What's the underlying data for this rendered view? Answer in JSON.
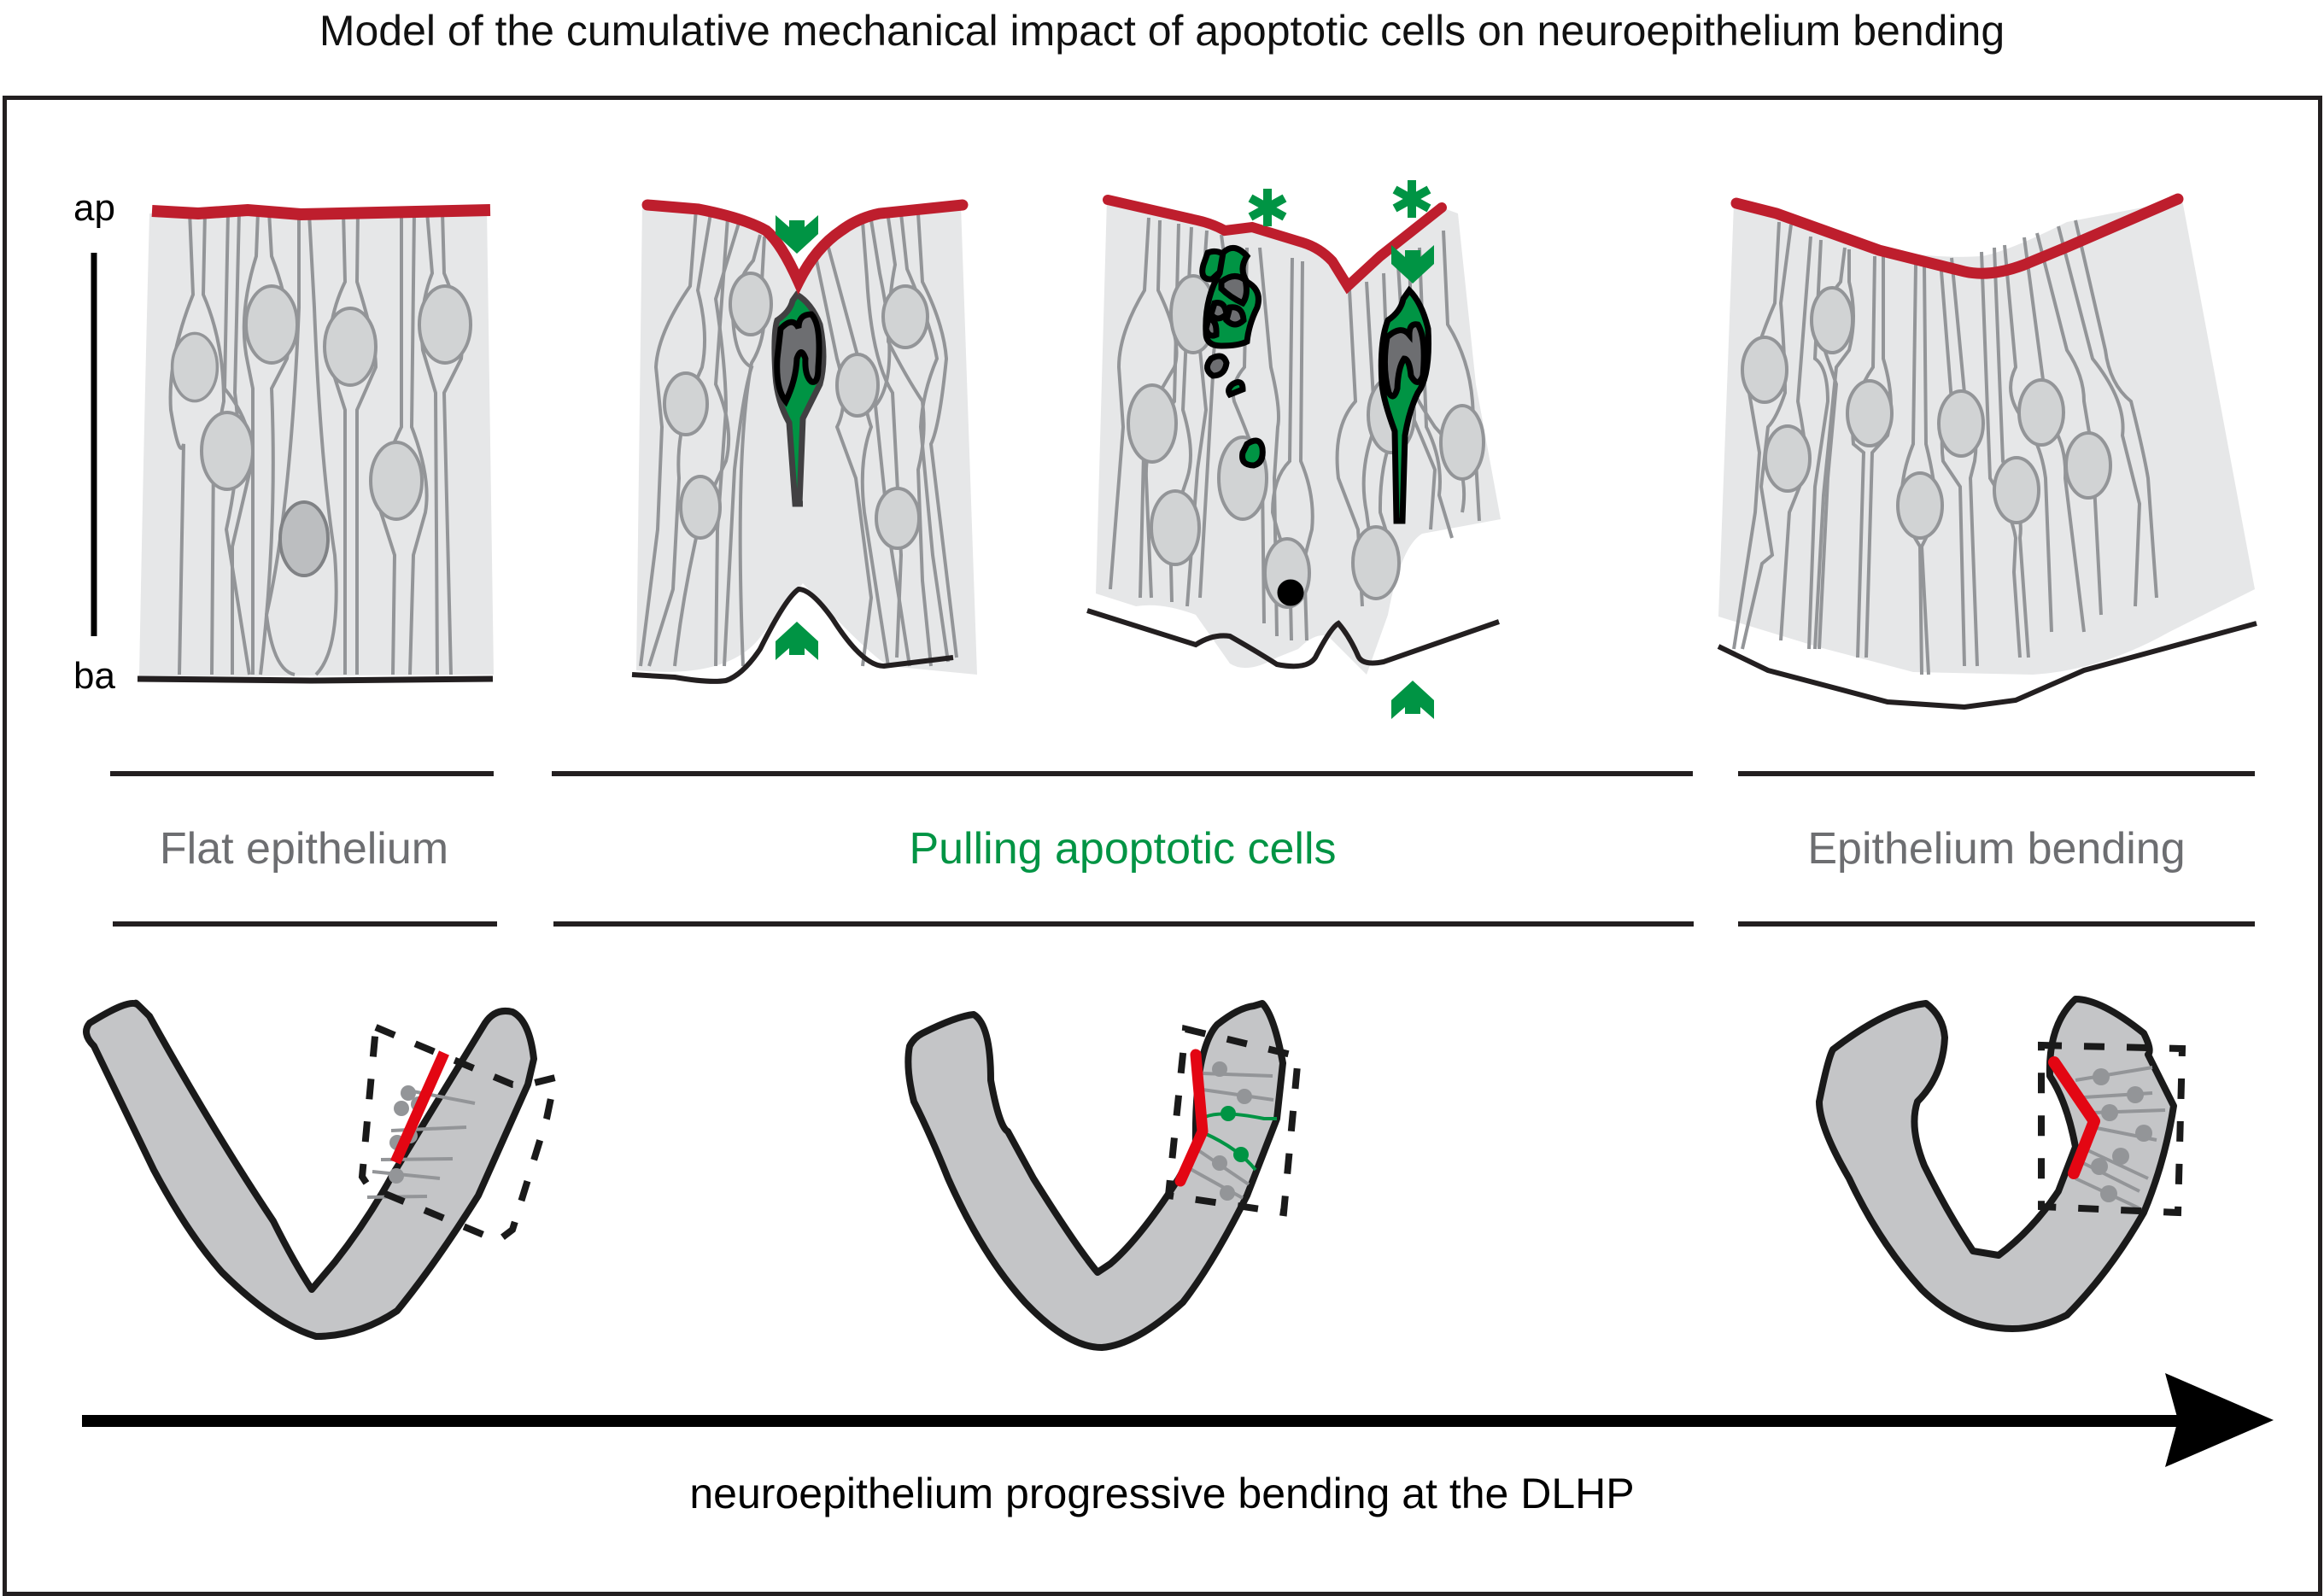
{
  "figure": {
    "title": "Model of the cumulative mechanical impact of apoptotic cells on neuroepithelium bending"
  },
  "axis": {
    "apical_label": "ap",
    "basal_label": "ba"
  },
  "stages": [
    {
      "label": "Flat epithelium",
      "color": "#6d6e71"
    },
    {
      "label": "Pulling apoptotic cells",
      "color": "#009444"
    },
    {
      "label": "Epithelium bending",
      "color": "#6d6e71"
    }
  ],
  "panels": [
    {
      "id": "flat",
      "apoptotic_cells": 0,
      "markers": []
    },
    {
      "id": "pulling-single",
      "apoptotic_cells": 1,
      "markers": [
        "force-arrow-apical",
        "force-arrow-basal"
      ]
    },
    {
      "id": "pulling-cumulative",
      "apoptotic_cells": 2,
      "markers": [
        "asterisk",
        "asterisk",
        "force-arrow-apical",
        "force-arrow-basal"
      ]
    },
    {
      "id": "bent",
      "apoptotic_cells": 0,
      "markers": []
    }
  ],
  "tubes": [
    {
      "id": "tube-flat",
      "apical_line": "straight"
    },
    {
      "id": "tube-pulling",
      "apical_line": "kinked",
      "green_cells": 2
    },
    {
      "id": "tube-bent",
      "apical_line": "chevron"
    }
  ],
  "progress_arrow": {
    "label": "neuroepithelium progressive bending at the DLHP"
  },
  "colors": {
    "apical": "#be1e2d",
    "basal": "#231f20",
    "tissue": "#e6e7e8",
    "nucleus": "#d1d3d4",
    "membrane": "#939598",
    "apoptotic_green": "#009444",
    "apoptotic_nucleus": "#6d6e71",
    "tube_fill": "#c4c5c7",
    "tube_apical": "#e30613"
  }
}
